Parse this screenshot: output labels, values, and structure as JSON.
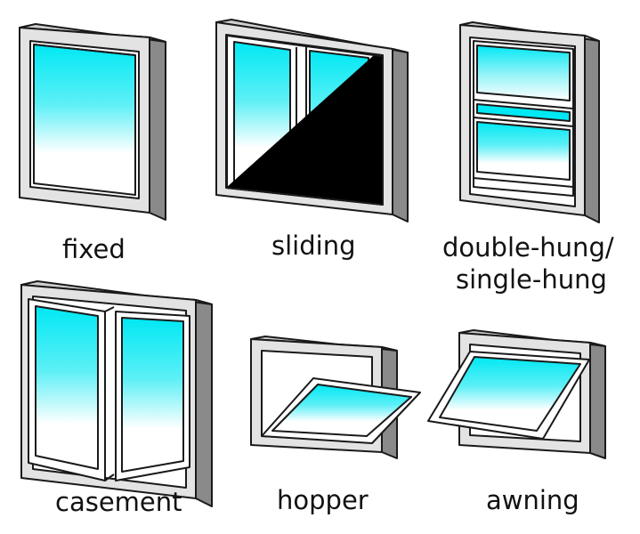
{
  "labels": {
    "fixed": "fixed",
    "sliding": "sliding",
    "double_hung_line1": "double-hung/",
    "double_hung_line2": "single-hung",
    "casement": "casement",
    "hopper": "hopper",
    "awning": "awning"
  },
  "colors": {
    "frame_face": "#e3e3e3",
    "frame_side": "#8a8a8a",
    "glass_top": "#00e8f4",
    "glass_bottom": "#ffffff",
    "outline": "#1a1a1a"
  }
}
